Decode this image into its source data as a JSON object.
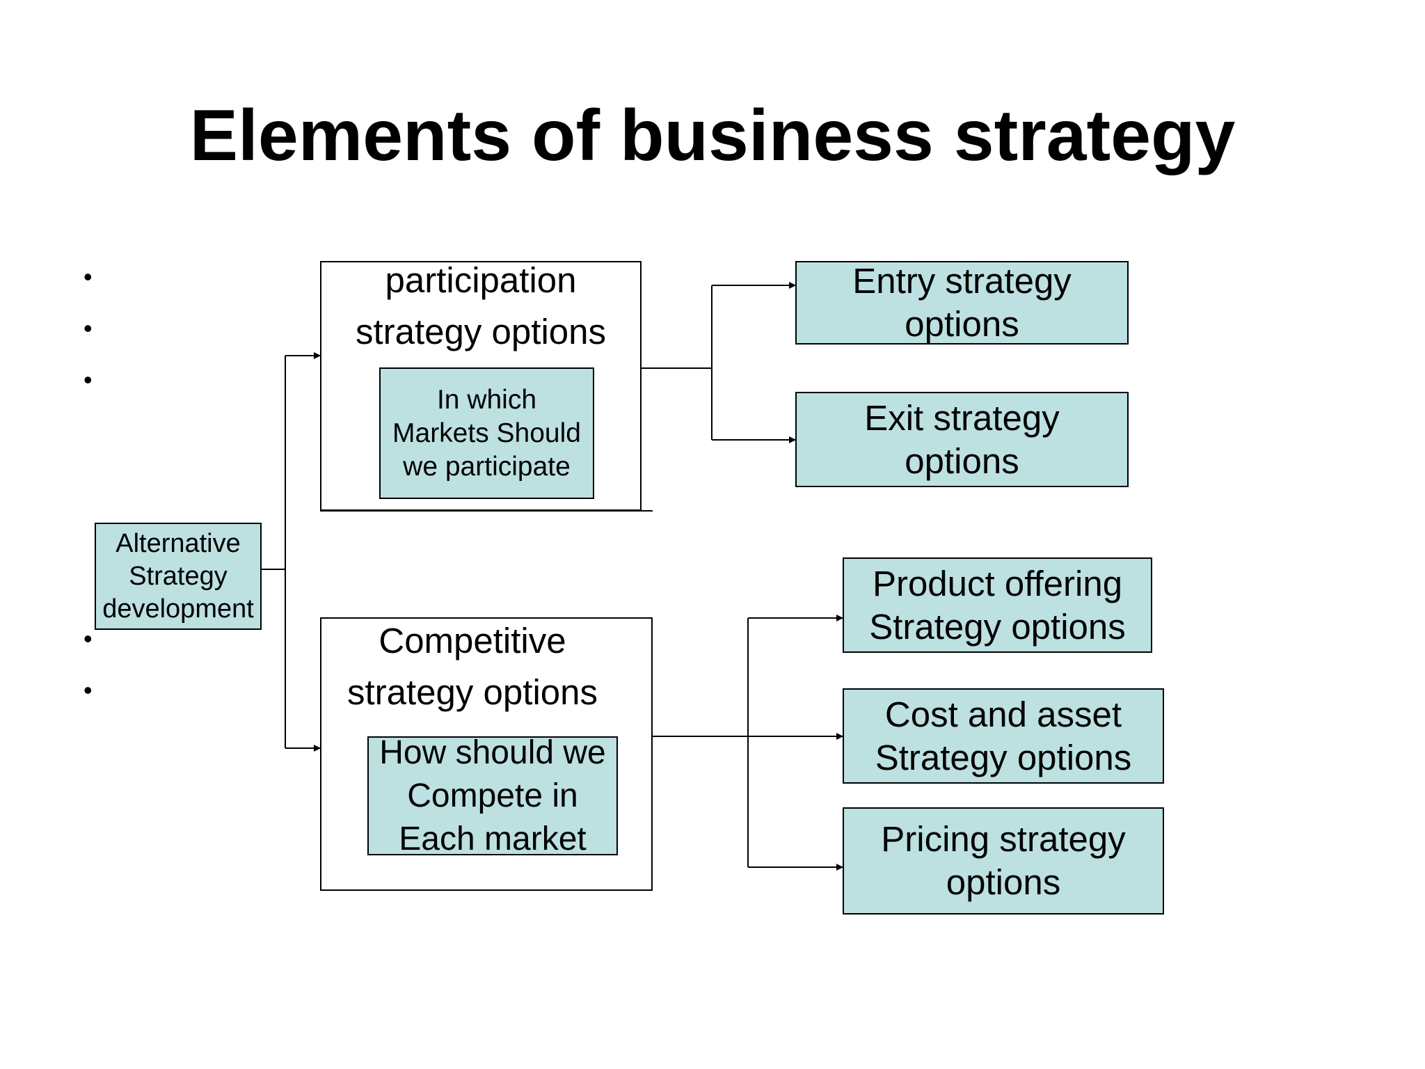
{
  "slide": {
    "title": "Elements of business strategy",
    "bullet_glyph": "•"
  },
  "root": {
    "label": "Alternative\nStrategy\ndevelopment"
  },
  "participation": {
    "frame_label": "participation\nstrategy options",
    "inner_label": "In which\nMarkets Should\nwe participate"
  },
  "competitive": {
    "frame_label": "Competitive\nstrategy options",
    "inner_label": "How should we\nCompete in\nEach market"
  },
  "participation_options": [
    {
      "label": "Entry strategy\noptions"
    },
    {
      "label": "Exit strategy\noptions"
    }
  ],
  "competitive_options": [
    {
      "label": "Product offering\nStrategy options"
    },
    {
      "label": "Cost and asset\nStrategy options"
    },
    {
      "label": "Pricing strategy\noptions"
    }
  ],
  "colors": {
    "box_fill": "#bde0e1",
    "line": "#000000",
    "background": "#ffffff"
  }
}
